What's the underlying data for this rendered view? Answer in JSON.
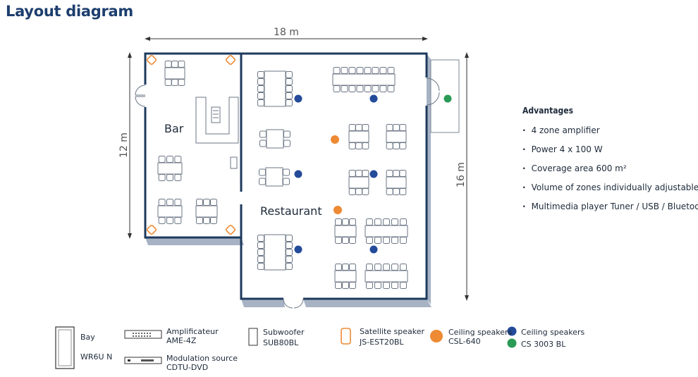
{
  "title": "Layout diagram",
  "dimensions": {
    "width": "18 m",
    "bar_height": "12 m",
    "restaurant_height": "16 m"
  },
  "rooms": {
    "bar": "Bar",
    "restaurant": "Restaurant"
  },
  "advantages": {
    "heading": "Advantages",
    "items": [
      "4 zone amplifier",
      "Power 4 x 100 W",
      "Coverage area 600 m²",
      "Volume of zones individually adjustable",
      "Multimedia player Tuner / USB / Bluetooth"
    ]
  },
  "legend": {
    "bay": {
      "line1": "Bay",
      "line2": "WR6U N"
    },
    "amplifier": {
      "line1": "Amplificateur",
      "line2": "AME-4Z"
    },
    "modulation": {
      "line1": "Modulation source",
      "line2": "CDTU-DVD"
    },
    "subwoofer": {
      "line1": "Subwoofer",
      "line2": "SUB80BL"
    },
    "satellite": {
      "line1": "Satellite speaker",
      "line2": "JS-EST20BL"
    },
    "ceiling_orange": {
      "line1": "Ceiling speakers",
      "line2": "CSL-640"
    },
    "ceiling_blue_green": {
      "line1": "Ceiling speakers",
      "line2": "CS 3003 BL"
    }
  },
  "colors": {
    "wall": "#1d3a5c",
    "wall_shadow": "#9aa8bb",
    "orange": "#ee8a33",
    "blue": "#234b9a",
    "green": "#2a9a56"
  }
}
